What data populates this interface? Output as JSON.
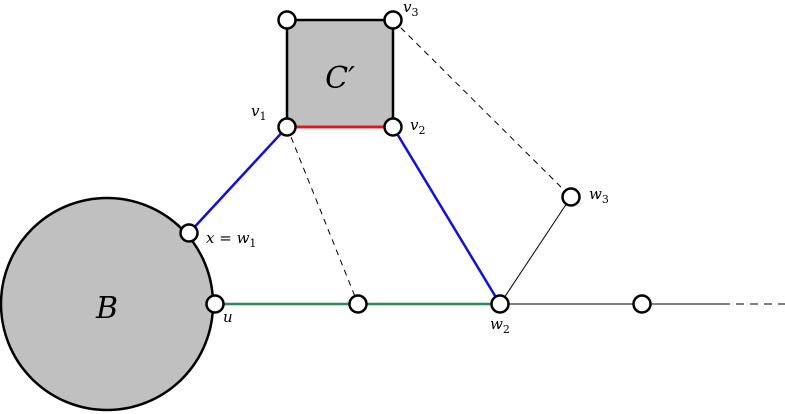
{
  "regions": {
    "B": {
      "label": "B",
      "fill": "#c0c0c0"
    },
    "C": {
      "label": "C′",
      "fill": "#c0c0c0"
    }
  },
  "vertices": {
    "v1": {
      "label": "v",
      "sub": "1"
    },
    "v2": {
      "label": "v",
      "sub": "2"
    },
    "v3": {
      "label": "v",
      "sub": "3"
    },
    "x": {
      "label": "x = w",
      "sub": "1"
    },
    "u": {
      "label": "u",
      "sub": ""
    },
    "w2": {
      "label": "w",
      "sub": "2"
    },
    "w3": {
      "label": "w",
      "sub": "3"
    }
  },
  "edge_colors": {
    "red": "#ee1111",
    "blue": "#1010dd",
    "green": "#2e8b57",
    "black": "#000000"
  }
}
